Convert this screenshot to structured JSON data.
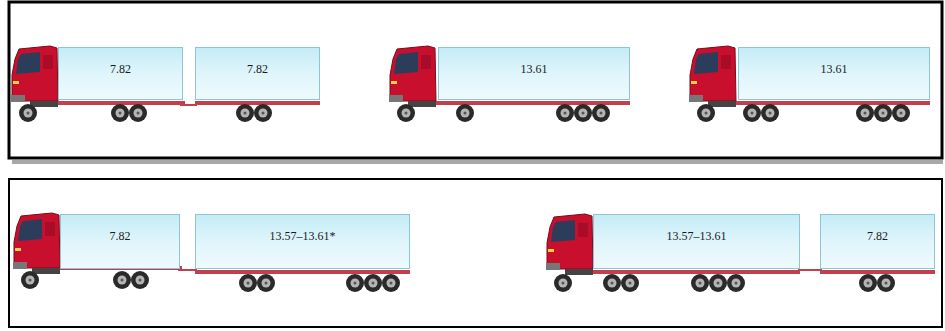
{
  "diagram": {
    "nodes": [
      {
        "text": [
          "7.82"
        ]
      },
      {
        "text": [
          "7.82"
        ]
      },
      {
        "text": [
          "13.61"
        ]
      },
      {
        "text": [
          "13.61"
        ]
      },
      {
        "text": [
          "7.82"
        ]
      },
      {
        "text": [
          "13.57–13.61*"
        ]
      },
      {
        "text": [
          "13.57–13.61"
        ]
      },
      {
        "text": [
          "7.82"
        ]
      }
    ]
  }
}
